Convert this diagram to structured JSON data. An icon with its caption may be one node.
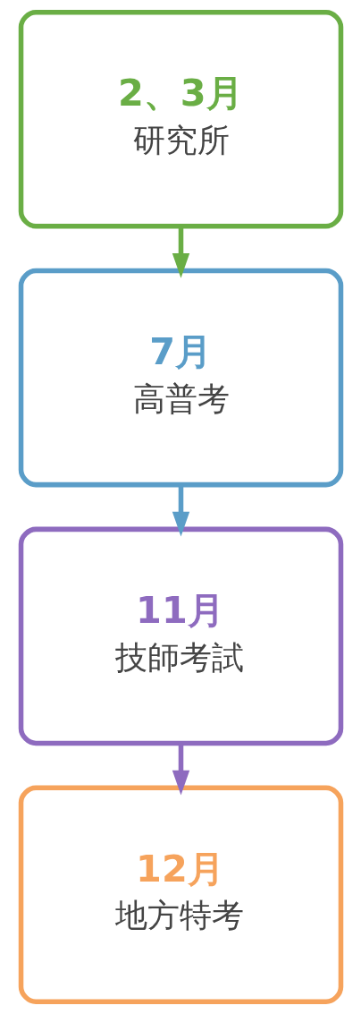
{
  "diagram": {
    "nodes": [
      {
        "text": [
          "2、3月",
          "研究所"
        ]
      },
      {
        "text": [
          "7月",
          "高普考"
        ]
      },
      {
        "text": [
          "11月",
          "技師考試"
        ]
      },
      {
        "text": [
          "12月",
          "地方特考"
        ]
      }
    ],
    "edges": [
      {
        "from": 0,
        "to": 1,
        "arrow": "to",
        "color": "#6aae45"
      },
      {
        "from": 1,
        "to": 2,
        "arrow": "to",
        "color": "#5a9dc8"
      },
      {
        "from": 2,
        "to": 3,
        "arrow": "to",
        "color": "#8e6bbf"
      }
    ]
  }
}
